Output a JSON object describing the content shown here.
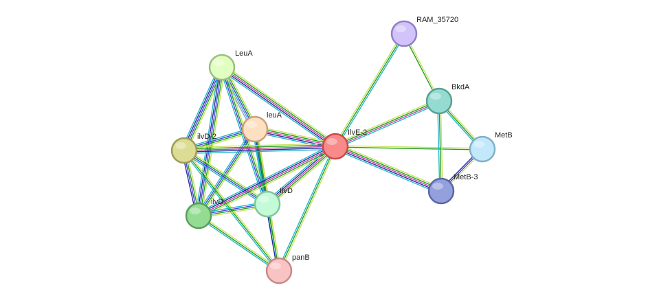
{
  "network": {
    "nodes": [
      {
        "id": "LeuA",
        "label": "LeuA",
        "fill": "#e2ffc2",
        "stroke": "#9bbf7f"
      },
      {
        "id": "leuA",
        "label": "leuA",
        "fill": "#fde0c2",
        "stroke": "#c9a07a"
      },
      {
        "id": "IlvD-2",
        "label": "ilvD-2",
        "fill": "#dcdc94",
        "stroke": "#9c9c58"
      },
      {
        "id": "IlvE-2",
        "label": "IlvE-2",
        "fill": "#fa8a8a",
        "stroke": "#c84a4a"
      },
      {
        "id": "IlvD",
        "label": "IlvD",
        "fill": "#c3fbd8",
        "stroke": "#82c49e"
      },
      {
        "id": "ilvD",
        "label": "ilvD",
        "fill": "#94dc94",
        "stroke": "#5a9e5a"
      },
      {
        "id": "panB",
        "label": "panB",
        "fill": "#fac3c3",
        "stroke": "#c48a8a"
      },
      {
        "id": "RAM_35720",
        "label": "RAM_35720",
        "fill": "#d2c3fa",
        "stroke": "#937fc4"
      },
      {
        "id": "BkdA",
        "label": "BkdA",
        "fill": "#94dcd2",
        "stroke": "#58a096"
      },
      {
        "id": "MetB",
        "label": "MetB",
        "fill": "#c3e8fb",
        "stroke": "#7fb0c8"
      },
      {
        "id": "MetB-3",
        "label": "MetB-3",
        "fill": "#94a0dc",
        "stroke": "#5a66a8"
      }
    ],
    "edges": [
      {
        "source": "LeuA",
        "target": "IlvD-2",
        "colors": [
          "#c6e05a",
          "#1a9c1a",
          "#3c3cd8",
          "#222299",
          "#19b4c8"
        ]
      },
      {
        "source": "LeuA",
        "target": "leuA",
        "colors": [
          "#c6e05a",
          "#1a9c1a",
          "#3c3cd8",
          "#19b4c8",
          "#9a8fd0"
        ]
      },
      {
        "source": "LeuA",
        "target": "IlvE-2",
        "colors": [
          "#c6e05a",
          "#1a9c1a",
          "#c43ca0",
          "#222299",
          "#19b4c8"
        ]
      },
      {
        "source": "LeuA",
        "target": "IlvD",
        "colors": [
          "#c6e05a",
          "#1a9c1a",
          "#3c3cd8",
          "#19b4c8"
        ]
      },
      {
        "source": "LeuA",
        "target": "ilvD",
        "colors": [
          "#c6e05a",
          "#1a9c1a",
          "#3c3cd8",
          "#222299",
          "#19b4c8"
        ]
      },
      {
        "source": "leuA",
        "target": "IlvD-2",
        "colors": [
          "#c6e05a",
          "#1a9c1a",
          "#3c3cd8",
          "#19b4c8"
        ]
      },
      {
        "source": "leuA",
        "target": "IlvE-2",
        "colors": [
          "#c6e05a",
          "#1a9c1a",
          "#c43ca0",
          "#222299",
          "#19b4c8"
        ]
      },
      {
        "source": "leuA",
        "target": "IlvD",
        "colors": [
          "#c6e05a",
          "#1a9c1a",
          "#222299",
          "#19b4c8"
        ]
      },
      {
        "source": "leuA",
        "target": "ilvD",
        "colors": [
          "#c6e05a",
          "#1a9c1a",
          "#3c3cd8",
          "#19b4c8"
        ]
      },
      {
        "source": "leuA",
        "target": "panB",
        "colors": [
          "#c6e05a",
          "#1a9c1a",
          "#19b4c8"
        ]
      },
      {
        "source": "IlvD-2",
        "target": "IlvE-2",
        "colors": [
          "#c6e05a",
          "#1a9c1a",
          "#c43ca0",
          "#222299",
          "#19b4c8"
        ]
      },
      {
        "source": "IlvD-2",
        "target": "IlvD",
        "colors": [
          "#c6e05a",
          "#1a9c1a",
          "#3c3cd8",
          "#19b4c8"
        ]
      },
      {
        "source": "IlvD-2",
        "target": "ilvD",
        "colors": [
          "#c6e05a",
          "#1a9c1a",
          "#3c3cd8",
          "#222299"
        ]
      },
      {
        "source": "IlvD-2",
        "target": "panB",
        "colors": [
          "#c6e05a",
          "#1a9c1a",
          "#19b4c8"
        ]
      },
      {
        "source": "IlvE-2",
        "target": "IlvD",
        "colors": [
          "#c6e05a",
          "#1a9c1a",
          "#c43ca0",
          "#222299",
          "#19b4c8"
        ]
      },
      {
        "source": "IlvE-2",
        "target": "ilvD",
        "colors": [
          "#c6e05a",
          "#1a9c1a",
          "#c43ca0",
          "#222299",
          "#19b4c8"
        ]
      },
      {
        "source": "IlvE-2",
        "target": "panB",
        "colors": [
          "#c6e05a",
          "#1a9c1a",
          "#19b4c8"
        ]
      },
      {
        "source": "IlvE-2",
        "target": "RAM_35720",
        "colors": [
          "#c6e05a",
          "#1a9c1a",
          "#19b4c8"
        ]
      },
      {
        "source": "IlvE-2",
        "target": "BkdA",
        "colors": [
          "#c6e05a",
          "#1a9c1a",
          "#c43ca0",
          "#19b4c8"
        ]
      },
      {
        "source": "IlvE-2",
        "target": "MetB",
        "colors": [
          "#c6e05a",
          "#1a9c1a"
        ]
      },
      {
        "source": "IlvE-2",
        "target": "MetB-3",
        "colors": [
          "#c6e05a",
          "#1a9c1a",
          "#c43ca0",
          "#222299",
          "#19b4c8"
        ]
      },
      {
        "source": "IlvD",
        "target": "ilvD",
        "colors": [
          "#c6e05a",
          "#1a9c1a",
          "#3c3cd8",
          "#19b4c8"
        ]
      },
      {
        "source": "IlvD",
        "target": "panB",
        "colors": [
          "#c6e05a",
          "#1a9c1a",
          "#222299"
        ]
      },
      {
        "source": "ilvD",
        "target": "panB",
        "colors": [
          "#c6e05a",
          "#1a9c1a",
          "#19b4c8"
        ]
      },
      {
        "source": "RAM_35720",
        "target": "BkdA",
        "colors": [
          "#c6e05a",
          "#1a9c1a"
        ]
      },
      {
        "source": "BkdA",
        "target": "MetB",
        "colors": [
          "#c6e05a",
          "#1a9c1a",
          "#19b4c8"
        ]
      },
      {
        "source": "BkdA",
        "target": "MetB-3",
        "colors": [
          "#c6e05a",
          "#1a9c1a",
          "#19b4c8"
        ]
      },
      {
        "source": "MetB",
        "target": "MetB-3",
        "colors": [
          "#c6e05a",
          "#3c3cd8",
          "#222299"
        ]
      }
    ]
  }
}
